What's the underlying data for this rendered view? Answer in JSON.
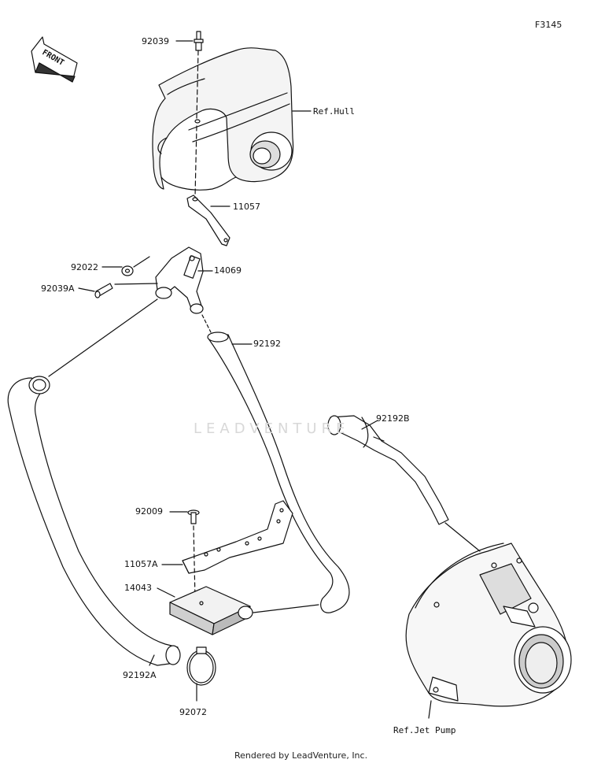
{
  "figure_id": "F3145",
  "front_label": "FRONT",
  "watermark": "LEADVENTURE",
  "footer": "Rendered by LeadVenture, Inc.",
  "parts": [
    {
      "id": "92039",
      "ref": false
    },
    {
      "id": "11057",
      "ref": false
    },
    {
      "id": "92022",
      "ref": false
    },
    {
      "id": "92039A",
      "ref": false
    },
    {
      "id": "14069",
      "ref": false
    },
    {
      "id": "92192",
      "ref": false
    },
    {
      "id": "92192B",
      "ref": false
    },
    {
      "id": "92009",
      "ref": false
    },
    {
      "id": "11057A",
      "ref": false
    },
    {
      "id": "14043",
      "ref": false
    },
    {
      "id": "92192A",
      "ref": false
    },
    {
      "id": "92072",
      "ref": false
    }
  ],
  "references": {
    "hull": "Ref.Hull",
    "jet_pump": "Ref.Jet Pump"
  }
}
